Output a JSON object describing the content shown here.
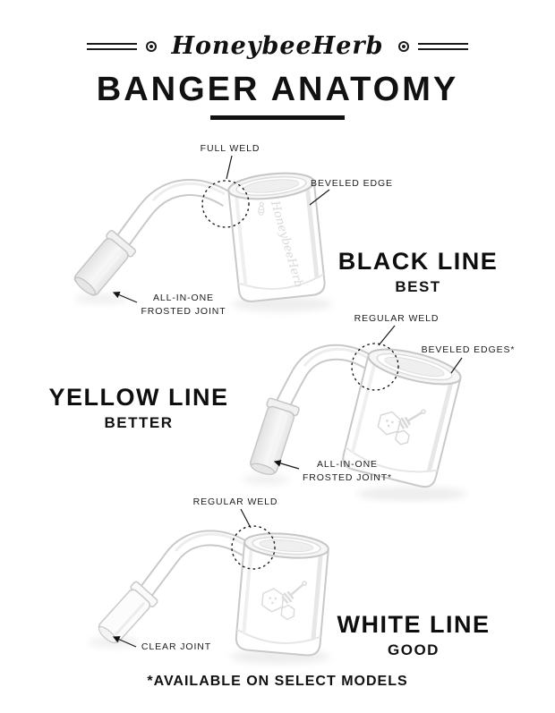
{
  "header": {
    "brand": "HoneybeeHerb",
    "title": "BANGER ANATOMY"
  },
  "sections": [
    {
      "id": "black-line",
      "line_label": "BLACK LINE",
      "grade": "BEST",
      "weld_label": "FULL WELD",
      "bevel_label": "BEVELED EDGE",
      "joint_label_line1": "ALL-IN-ONE",
      "joint_label_line2": "FROSTED JOINT",
      "etch_text": "HoneybeeHerb"
    },
    {
      "id": "yellow-line",
      "line_label": "YELLOW LINE",
      "grade": "BETTER",
      "weld_label": "REGULAR WELD",
      "bevel_label": "BEVELED EDGES*",
      "joint_label_line1": "ALL-IN-ONE",
      "joint_label_line2": "FROSTED JOINT*"
    },
    {
      "id": "white-line",
      "line_label": "WHITE LINE",
      "grade": "GOOD",
      "weld_label": "REGULAR WELD",
      "joint_label": "CLEAR JOINT"
    }
  ],
  "footer": {
    "note": "*AVAILABLE ON SELECT MODELS"
  },
  "colors": {
    "ink": "#111111",
    "glass_outline": "#c9c9c9",
    "frost_fill": "#ececec",
    "background": "#ffffff"
  }
}
